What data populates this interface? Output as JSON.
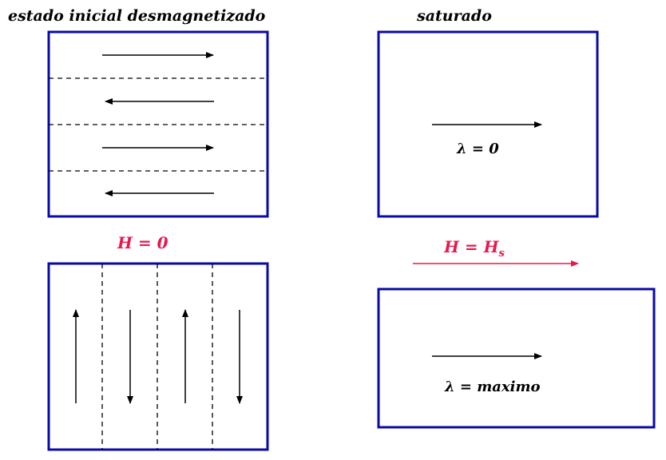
{
  "labels": {
    "initial_state": "estado inicial desmagnetizado",
    "saturated": "saturado",
    "field_zero": "H = 0",
    "field_sat": "H = H",
    "field_sat_sub": "s",
    "lambda_zero": "λ = 0",
    "lambda_max": "λ = maximo"
  },
  "colors": {
    "box": "#0a0aa8",
    "field": "#e8184c",
    "ink": "#000000"
  }
}
